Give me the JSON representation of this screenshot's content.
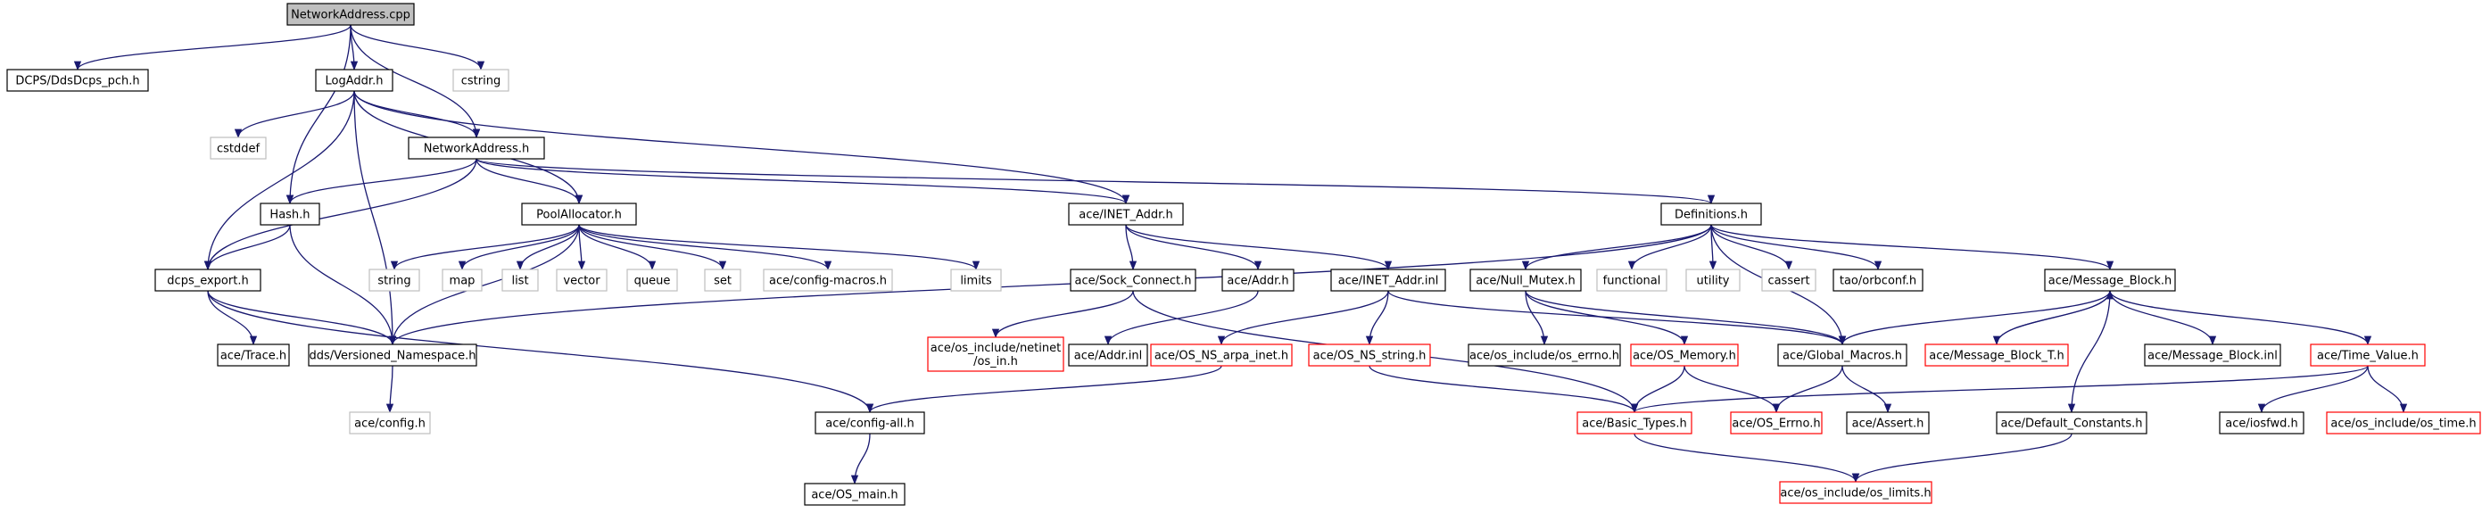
{
  "colors": {
    "edge": "#191970",
    "node_border_default": "#000000",
    "node_border_external": "#bfbfbf",
    "node_border_truncated": "#ff0000",
    "root_fill": "#bfbfbf"
  },
  "nodes": {
    "root": {
      "label": "NetworkAddress.cpp",
      "kind": "root"
    },
    "ddsdcps_pch": {
      "label": "DCPS/DdsDcps_pch.h",
      "kind": "default"
    },
    "logaddr": {
      "label": "LogAddr.h",
      "kind": "default"
    },
    "cstring": {
      "label": "cstring",
      "kind": "external"
    },
    "cstddef": {
      "label": "cstddef",
      "kind": "external"
    },
    "networkaddress_h": {
      "label": "NetworkAddress.h",
      "kind": "default"
    },
    "hash_h": {
      "label": "Hash.h",
      "kind": "default"
    },
    "poolallocator": {
      "label": "PoolAllocator.h",
      "kind": "default"
    },
    "inet_addr_h": {
      "label": "ace/INET_Addr.h",
      "kind": "default"
    },
    "definitions": {
      "label": "Definitions.h",
      "kind": "default"
    },
    "dcps_export": {
      "label": "dcps_export.h",
      "kind": "default"
    },
    "string": {
      "label": "string",
      "kind": "external"
    },
    "map": {
      "label": "map",
      "kind": "external"
    },
    "list": {
      "label": "list",
      "kind": "external"
    },
    "vector": {
      "label": "vector",
      "kind": "external"
    },
    "queue": {
      "label": "queue",
      "kind": "external"
    },
    "set": {
      "label": "set",
      "kind": "external"
    },
    "ace_config_macros": {
      "label": "ace/config-macros.h",
      "kind": "external"
    },
    "limits": {
      "label": "limits",
      "kind": "external"
    },
    "sock_connect": {
      "label": "ace/Sock_Connect.h",
      "kind": "default"
    },
    "addr_h": {
      "label": "ace/Addr.h",
      "kind": "default"
    },
    "inet_addr_inl": {
      "label": "ace/INET_Addr.inl",
      "kind": "default"
    },
    "null_mutex": {
      "label": "ace/Null_Mutex.h",
      "kind": "default"
    },
    "functional": {
      "label": "functional",
      "kind": "external"
    },
    "utility": {
      "label": "utility",
      "kind": "external"
    },
    "cassert": {
      "label": "cassert",
      "kind": "external"
    },
    "orbconf": {
      "label": "tao/orbconf.h",
      "kind": "default"
    },
    "message_block": {
      "label": "ace/Message_Block.h",
      "kind": "default"
    },
    "ace_trace": {
      "label": "ace/Trace.h",
      "kind": "default"
    },
    "versioned_ns": {
      "label": "dds/Versioned_Namespace.h",
      "kind": "default"
    },
    "netinet_in": {
      "label": "ace/os_include/netinet\n/os_in.h",
      "kind": "truncated"
    },
    "addr_inl": {
      "label": "ace/Addr.inl",
      "kind": "default"
    },
    "os_ns_arpa_inet": {
      "label": "ace/OS_NS_arpa_inet.h",
      "kind": "truncated"
    },
    "os_ns_string": {
      "label": "ace/OS_NS_string.h",
      "kind": "truncated"
    },
    "os_errno_inc": {
      "label": "ace/os_include/os_errno.h",
      "kind": "default"
    },
    "os_memory": {
      "label": "ace/OS_Memory.h",
      "kind": "truncated"
    },
    "global_macros": {
      "label": "ace/Global_Macros.h",
      "kind": "default"
    },
    "message_block_t": {
      "label": "ace/Message_Block_T.h",
      "kind": "truncated"
    },
    "message_block_inl": {
      "label": "ace/Message_Block.inl",
      "kind": "default"
    },
    "time_value": {
      "label": "ace/Time_Value.h",
      "kind": "truncated"
    },
    "ace_config_h": {
      "label": "ace/config.h",
      "kind": "external"
    },
    "config_all": {
      "label": "ace/config-all.h",
      "kind": "default"
    },
    "basic_types": {
      "label": "ace/Basic_Types.h",
      "kind": "truncated"
    },
    "os_errno": {
      "label": "ace/OS_Errno.h",
      "kind": "truncated"
    },
    "ace_assert": {
      "label": "ace/Assert.h",
      "kind": "default"
    },
    "default_constants": {
      "label": "ace/Default_Constants.h",
      "kind": "default"
    },
    "iosfwd": {
      "label": "ace/iosfwd.h",
      "kind": "default"
    },
    "os_time": {
      "label": "ace/os_include/os_time.h",
      "kind": "truncated"
    },
    "os_main": {
      "label": "ace/OS_main.h",
      "kind": "default"
    },
    "os_limits": {
      "label": "ace/os_include/os_limits.h",
      "kind": "truncated"
    }
  },
  "edges": [
    [
      "root",
      "ddsdcps_pch"
    ],
    [
      "root",
      "logaddr"
    ],
    [
      "root",
      "cstring"
    ],
    [
      "root",
      "networkaddress_h"
    ],
    [
      "root",
      "hash_h"
    ],
    [
      "logaddr",
      "cstddef"
    ],
    [
      "logaddr",
      "networkaddress_h"
    ],
    [
      "logaddr",
      "poolallocator"
    ],
    [
      "logaddr",
      "inet_addr_h"
    ],
    [
      "logaddr",
      "dcps_export"
    ],
    [
      "logaddr",
      "versioned_ns"
    ],
    [
      "networkaddress_h",
      "hash_h"
    ],
    [
      "networkaddress_h",
      "poolallocator"
    ],
    [
      "networkaddress_h",
      "inet_addr_h"
    ],
    [
      "networkaddress_h",
      "definitions"
    ],
    [
      "networkaddress_h",
      "dcps_export"
    ],
    [
      "hash_h",
      "dcps_export"
    ],
    [
      "hash_h",
      "versioned_ns"
    ],
    [
      "poolallocator",
      "string"
    ],
    [
      "poolallocator",
      "map"
    ],
    [
      "poolallocator",
      "list"
    ],
    [
      "poolallocator",
      "vector"
    ],
    [
      "poolallocator",
      "queue"
    ],
    [
      "poolallocator",
      "set"
    ],
    [
      "poolallocator",
      "ace_config_macros"
    ],
    [
      "poolallocator",
      "limits"
    ],
    [
      "poolallocator",
      "versioned_ns"
    ],
    [
      "inet_addr_h",
      "sock_connect"
    ],
    [
      "inet_addr_h",
      "addr_h"
    ],
    [
      "inet_addr_h",
      "inet_addr_inl"
    ],
    [
      "definitions",
      "null_mutex"
    ],
    [
      "definitions",
      "functional"
    ],
    [
      "definitions",
      "utility"
    ],
    [
      "definitions",
      "cassert"
    ],
    [
      "definitions",
      "orbconf"
    ],
    [
      "definitions",
      "message_block"
    ],
    [
      "definitions",
      "versioned_ns"
    ],
    [
      "definitions",
      "global_macros"
    ],
    [
      "dcps_export",
      "ace_trace"
    ],
    [
      "dcps_export",
      "versioned_ns"
    ],
    [
      "dcps_export",
      "config_all"
    ],
    [
      "versioned_ns",
      "ace_config_h"
    ],
    [
      "sock_connect",
      "netinet_in"
    ],
    [
      "sock_connect",
      "basic_types"
    ],
    [
      "addr_h",
      "addr_inl"
    ],
    [
      "inet_addr_inl",
      "os_ns_arpa_inet"
    ],
    [
      "inet_addr_inl",
      "os_ns_string"
    ],
    [
      "inet_addr_inl",
      "global_macros"
    ],
    [
      "null_mutex",
      "os_errno_inc"
    ],
    [
      "null_mutex",
      "os_memory"
    ],
    [
      "null_mutex",
      "global_macros"
    ],
    [
      "message_block",
      "global_macros"
    ],
    [
      "message_block",
      "message_block_t"
    ],
    [
      "message_block_t",
      "message_block"
    ],
    [
      "message_block",
      "message_block_inl"
    ],
    [
      "message_block",
      "time_value"
    ],
    [
      "message_block",
      "default_constants"
    ],
    [
      "os_ns_arpa_inet",
      "config_all"
    ],
    [
      "os_ns_string",
      "basic_types"
    ],
    [
      "os_memory",
      "basic_types"
    ],
    [
      "os_memory",
      "os_errno"
    ],
    [
      "global_macros",
      "os_errno"
    ],
    [
      "global_macros",
      "ace_assert"
    ],
    [
      "time_value",
      "basic_types"
    ],
    [
      "time_value",
      "iosfwd"
    ],
    [
      "time_value",
      "os_time"
    ],
    [
      "config_all",
      "os_main"
    ],
    [
      "basic_types",
      "os_limits"
    ],
    [
      "default_constants",
      "os_limits"
    ]
  ]
}
